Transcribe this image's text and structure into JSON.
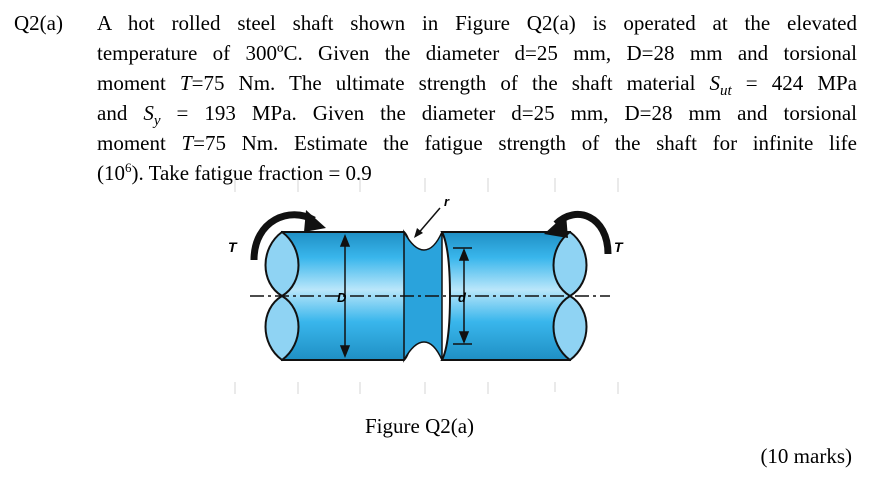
{
  "question": {
    "number": "Q2(a)",
    "lines": [
      "A hot rolled steel shaft shown in Figure Q2(a) is operated at the elevated",
      "temperature of 300ºC. Given the diameter d=25 mm, D=28 mm and torsional",
      "moment ",
      "and ",
      "moment ",
      "(10",
      "). Take fatigue fraction = 0.9"
    ],
    "line3_T": "T",
    "line3_rest": "=75 Nm. The ultimate strength of the shaft material ",
    "sut_symbol": "S",
    "sut_sub": "ut",
    "sut_value": " = 424 MPa",
    "sy_symbol": "S",
    "sy_sub": "y",
    "sy_value": " = 193 MPa. Given the diameter d=25 mm, D=28 mm and torsional",
    "line5_T": "T",
    "line5_rest": "=75 Nm. Estimate the fatigue strength of the shaft for infinite life",
    "exp": "6"
  },
  "figure": {
    "label_T_left": "T",
    "label_T_right": "T",
    "label_r": "r",
    "label_D": "D",
    "label_d": "d",
    "colors": {
      "shaft": "#39b6ec",
      "shaft_light": "#b9e6fa",
      "shaft_dark": "#1f8fc4"
    }
  },
  "caption": "Figure Q2(a)",
  "marks": "(10 marks)"
}
